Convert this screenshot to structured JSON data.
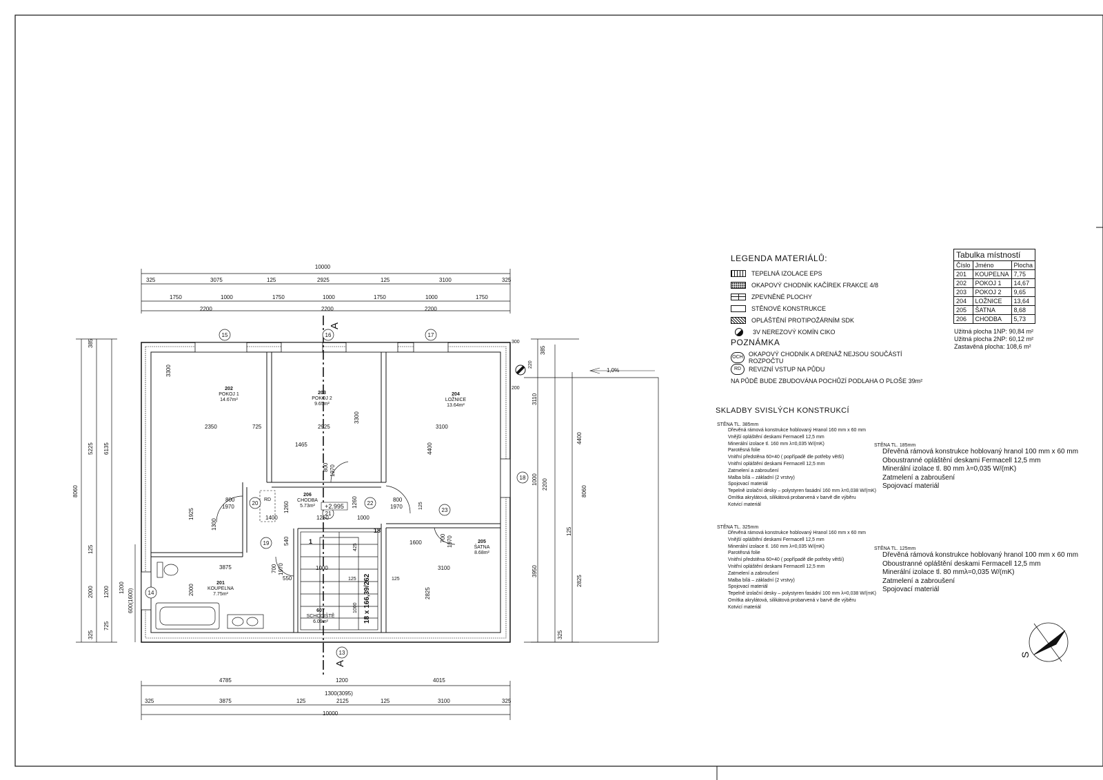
{
  "dims": {
    "top_total": "10000",
    "top_row1": [
      "325",
      "3075",
      "125",
      "2925",
      "125",
      "3100",
      "325"
    ],
    "top_row2": [
      "1750",
      "1000",
      "1750",
      "1000",
      "1750",
      "1000",
      "1750"
    ],
    "top_row3": [
      "2200",
      "2200",
      "2200"
    ],
    "bottom_row1": [
      "4785",
      "1200",
      "4015"
    ],
    "bottom_mid": "1300(3095)",
    "bottom_row2": [
      "325",
      "3875",
      "125",
      "2125",
      "125",
      "3100",
      "325"
    ],
    "bottom_total": "10000",
    "left_row1": [
      "385",
      "5225",
      "125",
      "2000",
      "325"
    ],
    "left_row2": [
      "6135",
      "1200",
      "725"
    ],
    "left_row3": [
      "1200",
      "600(1600)"
    ],
    "left_total": "8060",
    "right_row1": [
      "385",
      "3110",
      "1000",
      "125",
      "2825",
      "325"
    ],
    "right_row2": [
      "4400",
      "2200",
      "3950"
    ],
    "right_total": "8060",
    "right_small": [
      "300",
      "220",
      "200"
    ],
    "interior": [
      "3300",
      "2350",
      "725",
      "2925",
      "3100",
      "3300",
      "1465",
      "4400",
      "1925",
      "1300",
      "1400",
      "1250",
      "1000",
      "1260",
      "1260",
      "1600",
      "3875",
      "2000",
      "1000",
      "550",
      "540",
      "125",
      "125",
      "3100",
      "2825",
      "125",
      "425",
      "1000"
    ],
    "doors": [
      "800",
      "1970",
      "800",
      "1970",
      "800",
      "1970",
      "700",
      "1970",
      "700",
      "1970"
    ]
  },
  "slope": "1,0%",
  "section_labels": [
    "A",
    "A"
  ],
  "axes": [
    "15",
    "16",
    "17",
    "18",
    "14",
    "13",
    "20",
    "21",
    "22",
    "23",
    "19"
  ],
  "rooms": [
    {
      "num": "202",
      "name": "POKOJ 1",
      "area": "14.67m²"
    },
    {
      "num": "203",
      "name": "POKOJ 2",
      "area": "9.65m²"
    },
    {
      "num": "204",
      "name": "LOŽNICE",
      "area": "13.64m²"
    },
    {
      "num": "206",
      "name": "CHODBA",
      "area": "5.73m²"
    },
    {
      "num": "205",
      "name": "ŠATNA",
      "area": "8.68m²"
    },
    {
      "num": "201",
      "name": "KOUPELNA",
      "area": "7.75m²"
    },
    {
      "num": "607",
      "name": "SCHODIŠTĚ",
      "area": "6.09m²"
    }
  ],
  "level": "+2.995",
  "rd_label": "RD",
  "stair_text": "18 x 166,39/262",
  "stair_start": "1",
  "stair_end": "18",
  "north_letter": "S",
  "legend": {
    "title": "LEGENDA MATERIÁLŮ:",
    "items": [
      "TEPELNÁ IZOLACE EPS",
      "OKAPOVÝ CHODNÍK KAČÍREK FRAKCE 4/8",
      "ZPEVNĚNÉ PLOCHY",
      "STĚNOVÉ KONSTRUKCE",
      "OPLÁŠTĚNÍ PROTIPOŽÁRNÍM SDK"
    ],
    "chimney": "3V NEREZOVÝ KOMÍN CIKO",
    "note_title": "POZNÁMKA",
    "och_badge": "OCH",
    "och_text": "OKAPOVÝ CHODNÍK A DRENÁŽ NEJSOU SOUČÁSTÍ ROZPOČTU",
    "rd_badge": "RD",
    "rd_text": "REVIZNÍ VSTUP NA PŮDU",
    "attic_text": "NA PŮDĚ BUDE ZBUDOVÁNA POCHŮZÍ PODLAHA O PLOŠE 39m²"
  },
  "table": {
    "title": "Tabulka místností",
    "headers": [
      "Číslo",
      "Jméno",
      "Plocha"
    ],
    "rows": [
      [
        "201",
        "KOUPELNA",
        "7,75"
      ],
      [
        "202",
        "POKOJ 1",
        "14,67"
      ],
      [
        "203",
        "POKOJ 2",
        "9,65"
      ],
      [
        "204",
        "LOŽNICE",
        "13,64"
      ],
      [
        "205",
        "ŠATNA",
        "8,68"
      ],
      [
        "206",
        "CHODBA",
        "5,73"
      ]
    ]
  },
  "areas": [
    "Užitná plocha 1NP: 90,84 m²",
    "Užitná plocha 2NP: 60,12 m²",
    "Zastavěná plocha: 108,6 m²"
  ],
  "skladby": {
    "title": "SKLADBY SVISLÝCH KONSTRUKCÍ",
    "wall385": {
      "title": "STĚNA TL. 385mm",
      "lines": [
        "Dřevěná rámová konstrukce hoblovaný Hranol 160 mm x 60 mm",
        "Vnější opláštění deskami Fermacell 12,5 mm",
        "Minerální izolace tl. 160 mm λ=0,035 W/(mK)",
        "Parotěsná folie",
        "Vnitřní předstěna 60×40 ( popřípadě dle potřeby větší)",
        "Vnitřní opláštění deskami Fermacell 12,5 mm",
        "Zatmelení a zabroušení",
        "Malba bílá – základní (2 vrstvy)",
        "Spojovací materiál",
        "Tepelně izolační desky – polystyren fasádní 160 mm λ=0,038 W/(mK)",
        "Omítka akrylátová, silikátová probarvená v barvě dle výběru",
        "Kotvicí materiál"
      ]
    },
    "wall325": {
      "title": "STĚNA TL. 325mm",
      "lines": [
        "Dřevěná rámová konstrukce hoblovaný Hranol 160 mm x 60 mm",
        "Vnější opláštění deskami Fermacell 12,5 mm",
        "Minerální izolace tl. 160 mm λ=0,035 W/(mK)",
        "Parotěsná folie",
        "Vnitřní předstěna 60×40 ( popřípadě dle potřeby větší)",
        "Vnitřní opláštění deskami Fermacell 12,5 mm",
        "Zatmelení a zabroušení",
        "Malba bílá – základní (2 vrstvy)",
        "Spojovací materiál",
        "Tepelně izolační desky – polystyren fasádní 100 mm λ=0,038 W/(mK)",
        "Omítka akrylátová, silikátová probarvená v barvě dle výběru",
        "Kotvicí materiál"
      ]
    },
    "wall185": {
      "title": "STĚNA TL. 185mm",
      "lines": [
        "Dřevěná rámová konstrukce hoblovaný hranol 100 mm x 60 mm",
        "Oboustranné opláštění deskami Fermacell 12,5 mm",
        "Minerální izolace tl. 80 mm λ=0,035 W/(mK)",
        "Zatmelení a zabroušení",
        "Spojovací materiál"
      ]
    },
    "wall125": {
      "title": "STĚNA TL. 125mm",
      "lines": [
        "Dřevěná rámová konstrukce hoblovaný hranol 100 mm x 60 mm",
        "Oboustranné opláštění deskami Fermacell 12,5 mm",
        "Minerální izolace tl. 80 mmλ=0,035 W/(mK)",
        "Zatmelení a zabroušení",
        "Spojovací materiál"
      ]
    }
  }
}
